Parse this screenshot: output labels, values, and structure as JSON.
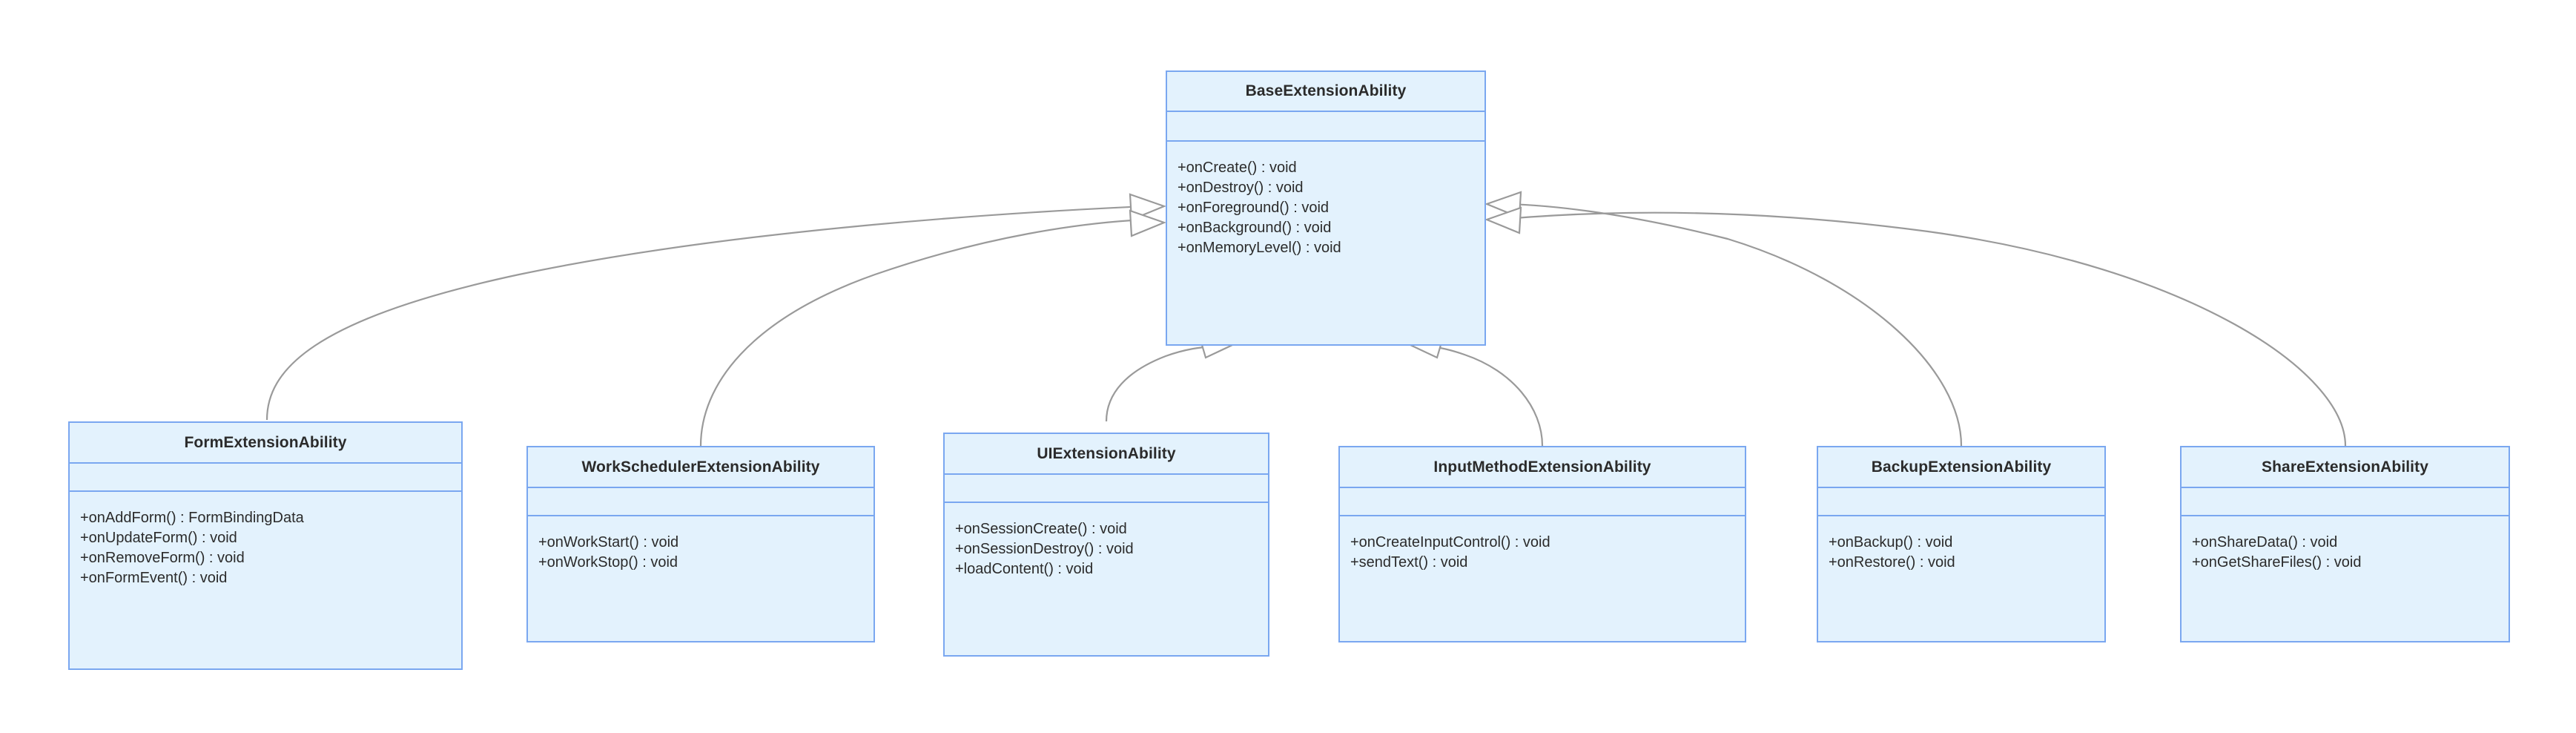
{
  "diagram": {
    "type": "uml-class-diagram",
    "notation": "UML generalization (hollow triangle arrowheads point to superclass)",
    "colors": {
      "box_fill": "#e3f2fd",
      "box_border": "#7aa7f0",
      "edge_stroke": "#9a9a9a",
      "text": "#2b2b2b",
      "background": "#ffffff"
    },
    "base_class": {
      "id": "base-extension-ability",
      "name": "BaseExtensionAbility",
      "attributes": [],
      "methods": [
        "+onCreate() : void",
        "+onDestroy() : void",
        "+onForeground() : void",
        "+onBackground() : void",
        "+onMemoryLevel() : void"
      ]
    },
    "subclasses": [
      {
        "id": "form-extension-ability",
        "name": "FormExtensionAbility",
        "attributes": [],
        "methods": [
          "+onAddForm() : FormBindingData",
          "+onUpdateForm() : void",
          "+onRemoveForm() : void",
          "+onFormEvent() : void"
        ]
      },
      {
        "id": "work-scheduler-extension-ability",
        "name": "WorkSchedulerExtensionAbility",
        "attributes": [],
        "methods": [
          "+onWorkStart() : void",
          "+onWorkStop() : void"
        ]
      },
      {
        "id": "ui-extension-ability",
        "name": "UIExtensionAbility",
        "attributes": [],
        "methods": [
          "+onSessionCreate() : void",
          "+onSessionDestroy() : void",
          "+loadContent() : void"
        ]
      },
      {
        "id": "input-method-extension-ability",
        "name": "InputMethodExtensionAbility",
        "attributes": [],
        "methods": [
          "+onCreateInputControl() : void",
          "+sendText() : void"
        ]
      },
      {
        "id": "backup-extension-ability",
        "name": "BackupExtensionAbility",
        "attributes": [],
        "methods": [
          "+onBackup() : void",
          "+onRestore() : void"
        ]
      },
      {
        "id": "share-extension-ability",
        "name": "ShareExtensionAbility",
        "attributes": [],
        "methods": [
          "+onShareData() : void",
          "+onGetShareFiles() : void"
        ]
      }
    ],
    "relationships": [
      {
        "from": "form-extension-ability",
        "to": "base-extension-ability",
        "kind": "generalization"
      },
      {
        "from": "work-scheduler-extension-ability",
        "to": "base-extension-ability",
        "kind": "generalization"
      },
      {
        "from": "ui-extension-ability",
        "to": "base-extension-ability",
        "kind": "generalization"
      },
      {
        "from": "input-method-extension-ability",
        "to": "base-extension-ability",
        "kind": "generalization"
      },
      {
        "from": "backup-extension-ability",
        "to": "base-extension-ability",
        "kind": "generalization"
      },
      {
        "from": "share-extension-ability",
        "to": "base-extension-ability",
        "kind": "generalization"
      }
    ]
  }
}
